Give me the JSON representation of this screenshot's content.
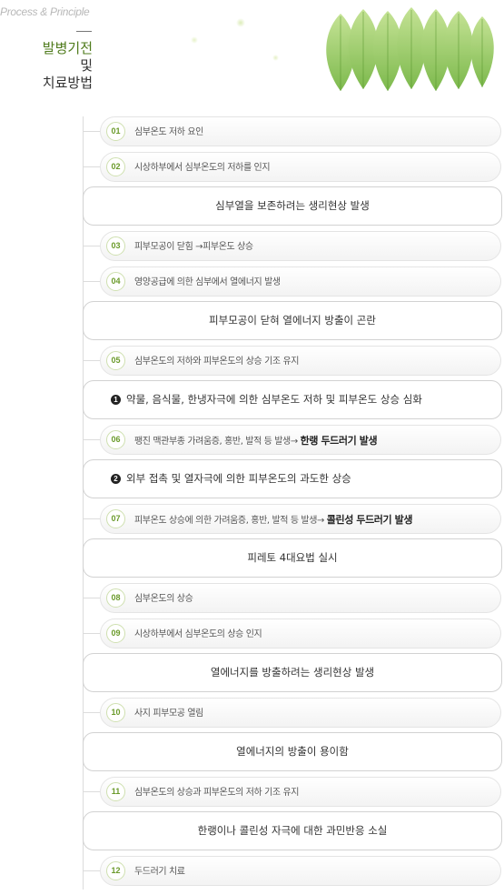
{
  "header": {
    "subtitle": "Process & Principle",
    "title_line1": "발병기전",
    "title_line2": "및",
    "title_line3": "치료방법"
  },
  "steps": [
    {
      "num": "01",
      "text": "심부온도 저하 요인",
      "bold": ""
    },
    {
      "num": "02",
      "text": "시상하부에서 심부온도의 저하를 인지",
      "bold": ""
    },
    {
      "num": "03",
      "text": "피부모공이 닫힘 →피부온도 상승",
      "bold": ""
    },
    {
      "num": "04",
      "text": "영양공급에 의한 심부에서 열에너지 발생",
      "bold": ""
    },
    {
      "num": "05",
      "text": "심부온도의 저하와 피부온도의 상승 기조 유지",
      "bold": ""
    },
    {
      "num": "06",
      "text": "팽진 맥관부종 가려움증, 홍반, 발적 등 발생→ ",
      "bold": "한랭 두드러기 발생"
    },
    {
      "num": "07",
      "text": "피부온도 상승에 의한 가려움증, 홍반, 발적 등 발생→ ",
      "bold": "콜린성 두드러기 발생"
    },
    {
      "num": "08",
      "text": "심부온도의 상승",
      "bold": ""
    },
    {
      "num": "09",
      "text": "시상하부에서 심부온도의 상승 인지",
      "bold": ""
    },
    {
      "num": "10",
      "text": "사지 피부모공 열림",
      "bold": ""
    },
    {
      "num": "11",
      "text": "심부온도의 상승과 피부온도의 저하 기조 유지",
      "bold": ""
    },
    {
      "num": "12",
      "text": "두드러기 치료",
      "bold": ""
    }
  ],
  "results": [
    {
      "text": "심부열을 보존하려는 생리현상 발생"
    },
    {
      "text": "피부모공이 닫혀 열에너지 방출이 곤란"
    },
    {
      "bullet": "1",
      "text": "약물, 음식물, 한냉자극에 의한 심부온도 저하 및 피부온도 상승 심화"
    },
    {
      "bullet": "2",
      "text": "외부 접촉 및 열자극에 의한 피부온도의 과도한 상승"
    },
    {
      "text": "피레토 4대요법 실시"
    },
    {
      "text": "열에너지를 방출하려는 생리현상 발생"
    },
    {
      "text": "열에너지의 방출이 용이함"
    },
    {
      "text": "한랭이나 콜린성 자극에 대한 과민반응 소실"
    }
  ]
}
